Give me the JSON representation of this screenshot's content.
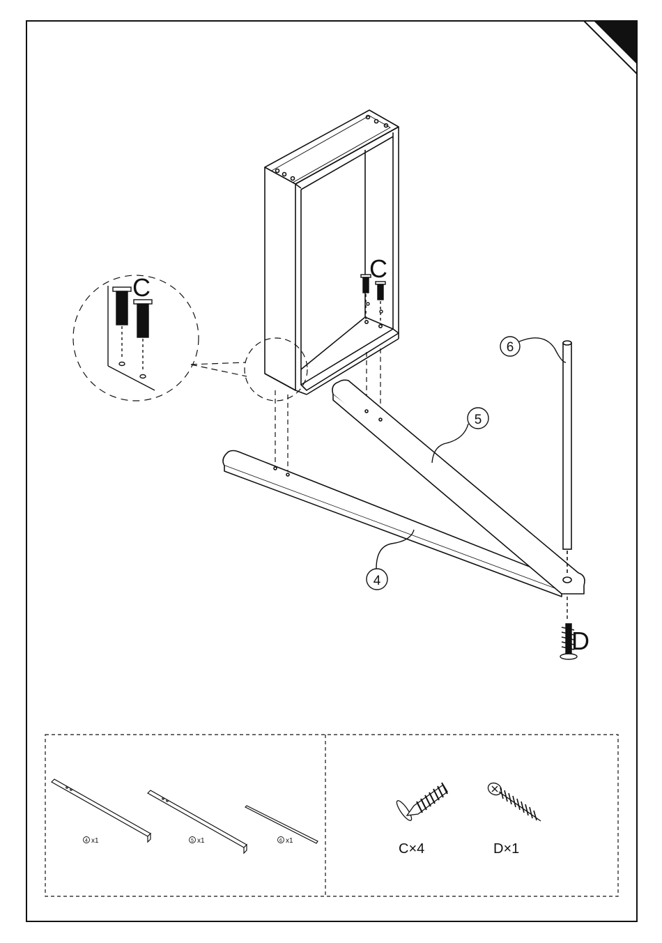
{
  "step": {
    "fasteners": {
      "main_label": "C",
      "detail_label": "C",
      "base_label": "D"
    },
    "part_callouts": [
      {
        "id": "part-4",
        "number": "4"
      },
      {
        "id": "part-5",
        "number": "5"
      },
      {
        "id": "part-6",
        "number": "6"
      }
    ]
  },
  "parts_list": {
    "panels": [
      {
        "number": "4",
        "qty": "x1"
      },
      {
        "number": "5",
        "qty": "x1"
      },
      {
        "number": "6",
        "qty": "x1"
      }
    ],
    "hardware": [
      {
        "label": "C×4"
      },
      {
        "label": "D×1"
      }
    ]
  },
  "colors": {
    "line": "#111111",
    "page_corner": "#111111"
  }
}
